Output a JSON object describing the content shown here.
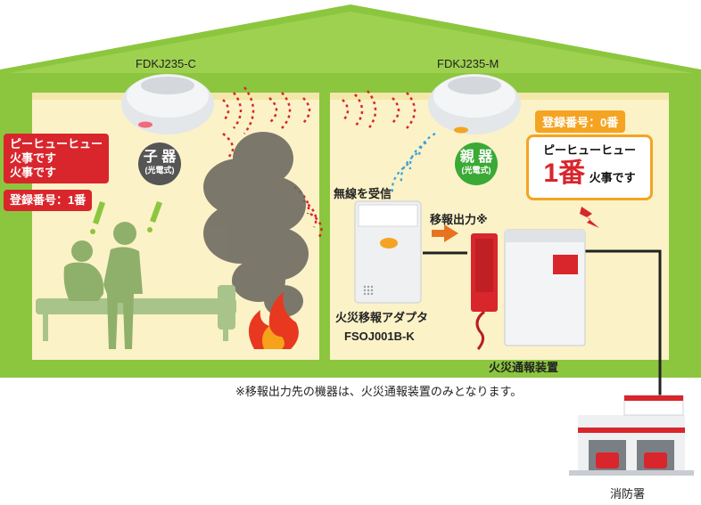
{
  "detectors": {
    "child_model": "FDKJ235-C",
    "parent_model": "FDKJ235-M"
  },
  "badges": {
    "child": {
      "main": "子 器",
      "sub": "(光電式)"
    },
    "parent": {
      "main": "親 器",
      "sub": "(光電式)"
    }
  },
  "child_alarm": {
    "line1": "ピーヒューヒュー",
    "line2": "火事です",
    "line3": "火事です",
    "registration": "登録番号：1番"
  },
  "parent_alarm": {
    "registration": "登録番号：0番",
    "line1": "ピーヒューヒュー",
    "number": "1番",
    "suffix": "火事です"
  },
  "labels": {
    "wireless_receive": "無線を受信",
    "relay_output": "移報出力※",
    "adapter_name": "火災移報アダプタ",
    "adapter_model": "FSOJ001B-K",
    "notification_device": "火災通報装置",
    "note": "※移報出力先の機器は、火災通報装置のみとなります。",
    "fire_station": "消防署"
  },
  "colors": {
    "house_green": "#8cc63f",
    "room_fill": "#fbf2c8",
    "alert_red": "#d8262c",
    "accent_orange": "#f4a422",
    "badge_gray": "#555555",
    "badge_green": "#3aa935"
  }
}
